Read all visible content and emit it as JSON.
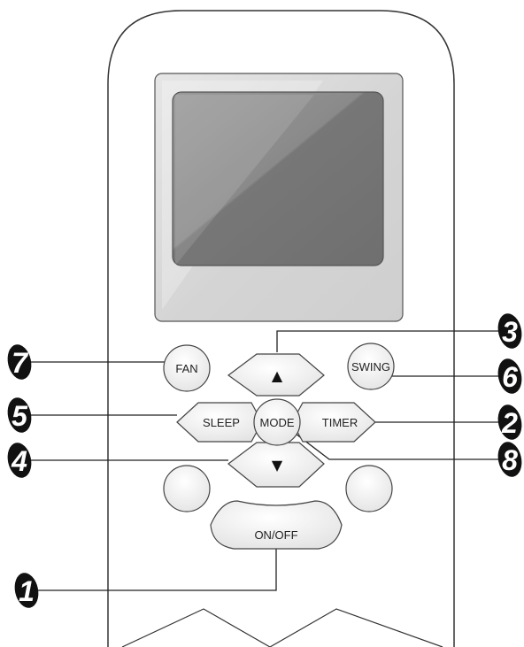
{
  "buttons": {
    "fan": "FAN",
    "swing": "SWING",
    "sleep": "SLEEP",
    "mode": "MODE",
    "timer": "TIMER",
    "on_off": "ON/OFF",
    "up": "▲",
    "down": "▼"
  },
  "callouts": {
    "c1": "1",
    "c2": "2",
    "c3": "3",
    "c4": "4",
    "c5": "5",
    "c6": "6",
    "c7": "7",
    "c8": "8"
  },
  "colors": {
    "remote_body": "#ffffff",
    "outline": "#333333",
    "screen_frame": "#d9d9d9",
    "screen": "#7a7a7a",
    "button_fill": "#f3f3f3",
    "callout_fill": "#111111"
  }
}
